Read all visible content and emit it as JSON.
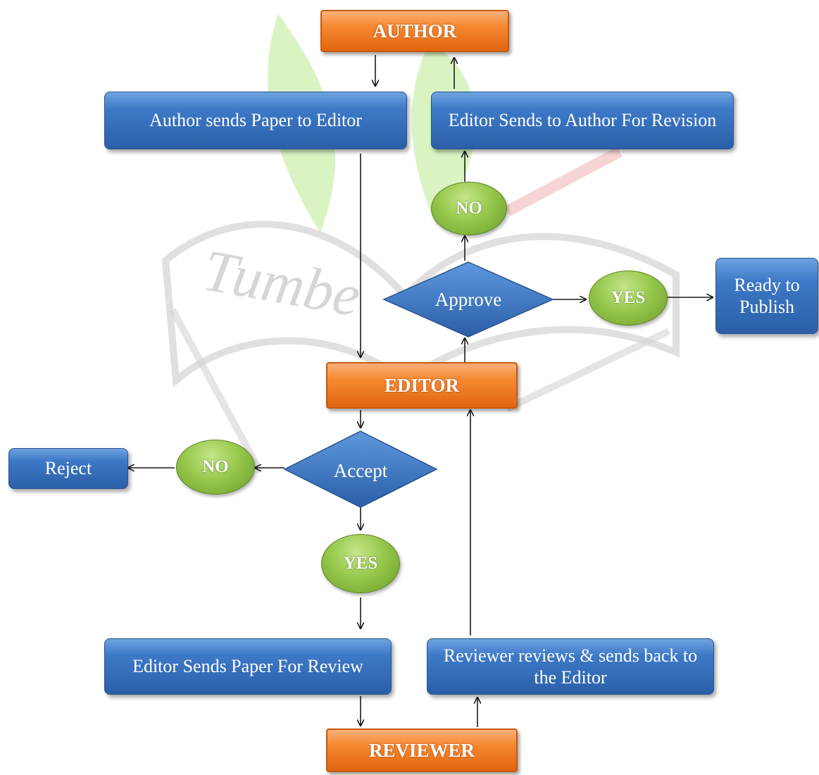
{
  "nodes": {
    "author": "AUTHOR",
    "author_sends": "Author sends Paper to Editor",
    "editor_sends_revision": "Editor Sends to Author For Revision",
    "no_top": "NO",
    "approve": "Approve",
    "yes_top": "YES",
    "ready": "Ready to Publish",
    "editor": "EDITOR",
    "accept": "Accept",
    "no_bottom": "NO",
    "reject": "Reject",
    "yes_bottom": "YES",
    "editor_sends_review": "Editor Sends Paper For Review",
    "reviewer_reviews": "Reviewer reviews & sends back to the Editor",
    "reviewer": "REVIEWER"
  },
  "watermark": "Tumbe",
  "colors": {
    "orange": "#f58a32",
    "blue": "#3d79c7",
    "green": "#96c84c",
    "diamond": "#3a72bf",
    "arrow": "#1a1a1a"
  }
}
